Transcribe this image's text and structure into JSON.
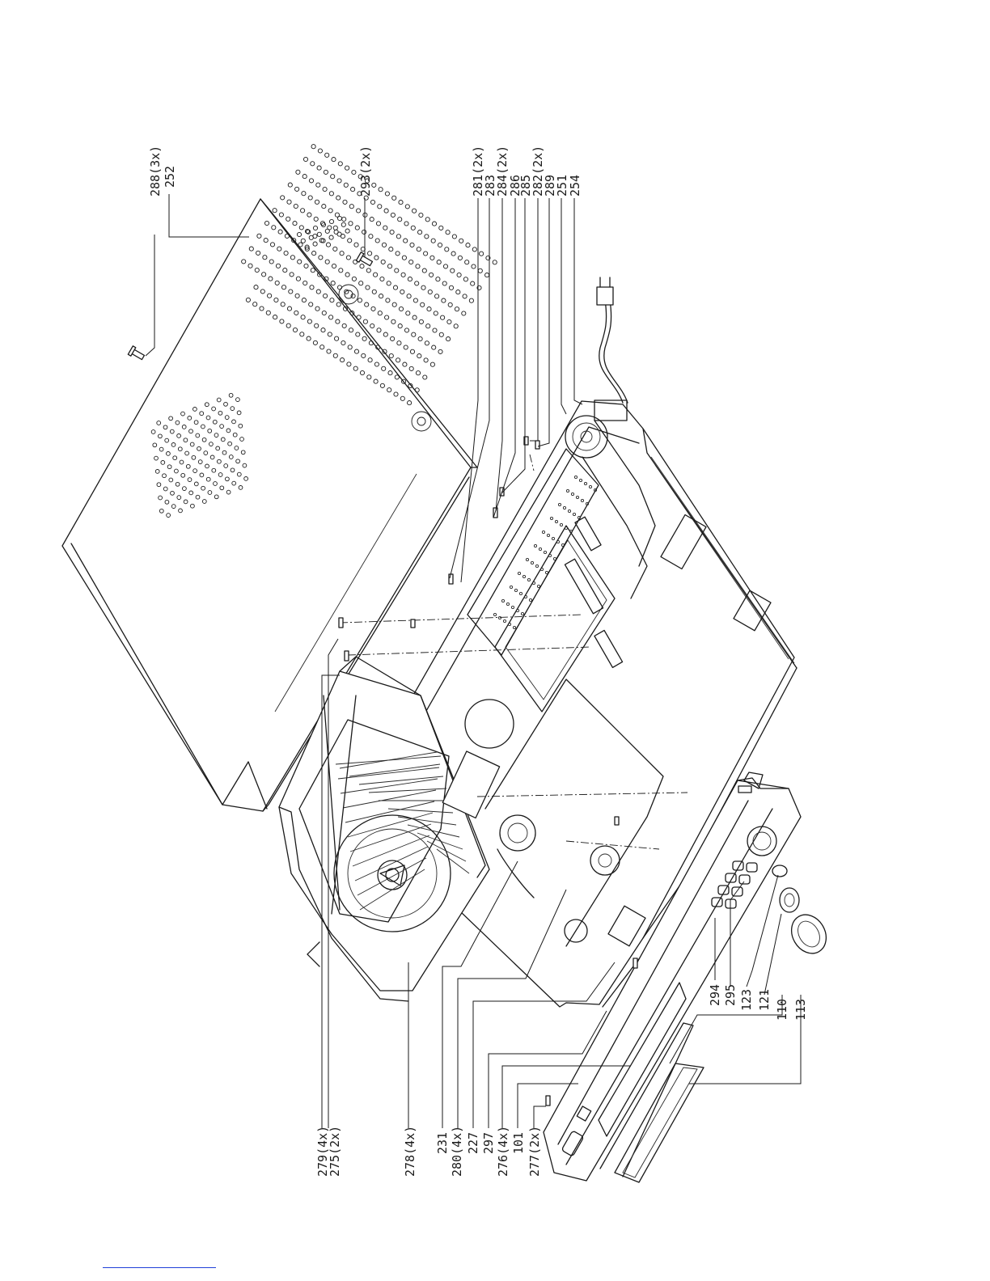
{
  "callouts_left": [
    "279(4x)",
    "275(2x)",
    "278(4x)",
    "231",
    "280(4x)",
    "227",
    "297",
    "276(4x)",
    "101",
    "277(2x)"
  ],
  "callouts_top": [
    "288(3x)",
    "252",
    "293(2x)"
  ],
  "callouts_right_top": [
    "281(2x)",
    "283",
    "284(2x)",
    "286",
    "285",
    "282(2x)",
    "289",
    "251",
    "254"
  ],
  "callouts_right_bottom": [
    "294",
    "295",
    "123",
    "121",
    "110",
    "113"
  ],
  "colors": {
    "line": "#1a1a1a",
    "background": "#ffffff",
    "footer_link": "#1f3fd8"
  }
}
